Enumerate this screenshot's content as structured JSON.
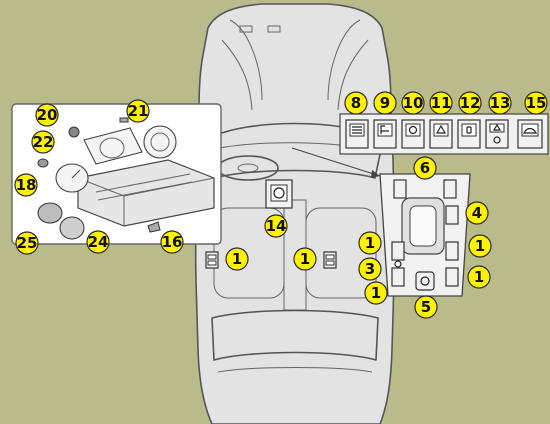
{
  "colors": {
    "background": "#b9bc8a",
    "callout_fill": "#fff200",
    "car_fill": "#e3e3e3",
    "panel_fill": "#ffffff"
  },
  "callouts": {
    "c1a": "1",
    "c1b": "1",
    "c1c": "1",
    "c1d": "1",
    "c1e": "1",
    "c1f": "1",
    "c3": "3",
    "c4": "4",
    "c5": "5",
    "c6": "6",
    "c8": "8",
    "c9": "9",
    "c10": "10",
    "c11": "11",
    "c12": "12",
    "c13": "13",
    "c14": "14",
    "c15": "15",
    "c16": "16",
    "c18": "18",
    "c20": "20",
    "c21": "21",
    "c22": "22",
    "c24": "24",
    "c25": "25"
  },
  "icons": {
    "switch_8": "rear-defrost-icon",
    "switch_9": "seat-heater-icon",
    "switch_10": "light-icon",
    "switch_11": "hazard-icon",
    "switch_12": "lock-icon",
    "switch_13": "alarm-icon",
    "switch_15": "windshield-icon"
  }
}
